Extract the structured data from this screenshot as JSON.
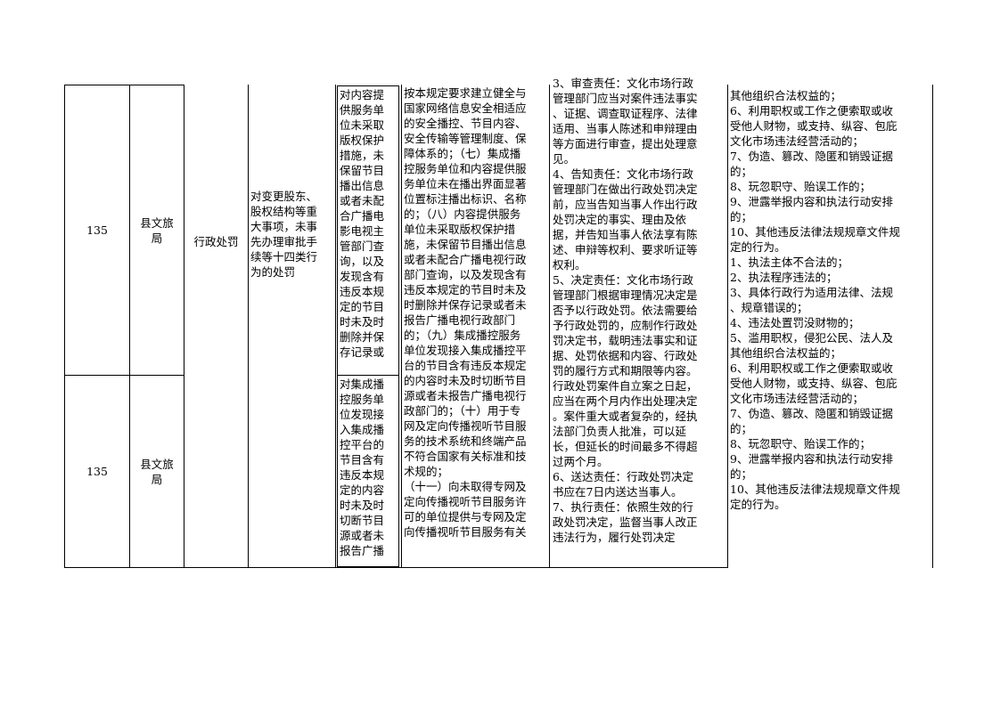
{
  "rows": [
    {
      "no": "135",
      "dept": "县文旅\n局",
      "basis_col1": "对内容提\n供服务单\n位未采取\n版权保护\n措施，未\n保留节目\n播出信息\n或者未配\n合广播电\n影电视主\n管部门查\n询，以及\n发现含有\n违反本规\n定的节目\n时未及时\n删除并保\n存记录或"
    },
    {
      "no": "135",
      "dept": "县文旅\n局",
      "basis_col1": "对集成播\n控服务单\n位发现接\n入集成播\n控平台的\n节目含有\n违反本规\n定的内容\n时未及时\n切断节目\n源或者未\n报告广播"
    }
  ],
  "category": "行政处罚",
  "item_name": "对变更股东、\n股权结构等重\n大事项，未事\n先办理审批手\n续等十四类行\n为的处罚",
  "basis_detail": "按本规定要求建立健全与\n国家网络信息安全相适应\n的安全播控、节目内容、\n安全传输等管理制度、保\n障体系的；（七）集成播\n控服务单位和内容提供服\n务单位未在播出界面显著\n位置标注播出标识、名称\n的；（八）内容提供服务\n单位未采取版权保护措\n施，未保留节目播出信息\n或者未配合广播电视行政\n部门查询，以及发现含有\n违反本规定的节目时未及\n时删除并保存记录或者未\n报告广播电视行政部门\n的；（九）集成播控服务\n单位发现接入集成播控平\n台的节目含有违反本规定\n的内容时未及时切断节目\n源或者未报告广播电视行\n政部门的；（十）用于专\n网及定向传播视听节目服\n务的技术系统和终端产品\n不符合国家有关标准和技\n术规的；\n（十一）向未取得专网及\n定向传播视听节目服务许\n可的单位提供与专网及定\n向传播视听节目服务有关",
  "responsibility": "3、审查责任：文化市场行政\n管理部门应当对案件违法事实\n、证据、调查取证程序、法律\n适用、当事人陈述和申辩理由\n等方面进行审查，提出处理意\n见。\n4、告知责任：文化市场行政\n管理部门在做出行政处罚决定\n前，应当告知当事人作出行政\n处罚决定的事实、理由及依\n据，并告知当事人依法享有陈\n述、申辩等权利、要求听证等\n权利。\n5、决定责任：文化市场行政\n管理部门根据审理情况决定是\n否予以行政处罚。依法需要给\n予行政处罚的，应制作行政处\n罚决定书，载明违法事实和证\n据、处罚依据和内容、行政处\n罚的履行方式和期限等内容。\n行政处罚案件自立案之日起，\n应当在两个月内作出处理决定\n。案件重大或者复杂的，经执\n法部门负责人批准，可以延\n长，但延长的时间最多不得超\n过两个月。\n6、送达责任：行政处罚决定\n书应在7日内送达当事人。\n7、执行责任：依照生效的行\n政处罚决定，监督当事人改正\n违法行为，履行处罚决定",
  "accountability": "其他组织合法权益的；\n6、利用职权或工作之便索取或收\n受他人财物，或支持、纵容、包庇\n文化市场违法经营活动的；\n7、伪造、篡改、隐匿和销毁证据\n的；\n8、玩忽职守、贻误工作的；\n9、泄露举报内容和执法行动安排\n的；\n10、其他违反法律法规规章文件规\n定的行为。\n1、执法主体不合法的；\n2、执法程序违法的；\n3、具体行政行为适用法律、法规\n、规章错误的；\n4、违法处置罚没财物的；\n5、滥用职权，侵犯公民、法人及\n其他组织合法权益的；\n6、利用职权或工作之便索取或收\n受他人财物，或支持、纵容、包庇\n文化市场违法经营活动的；\n7、伪造、篡改、隐匿和销毁证据\n的；\n8、玩忽职守、贻误工作的；\n9、泄露举报内容和执法行动安排\n的；\n10、其他违反法律法规规章文件规\n定的行为。"
}
